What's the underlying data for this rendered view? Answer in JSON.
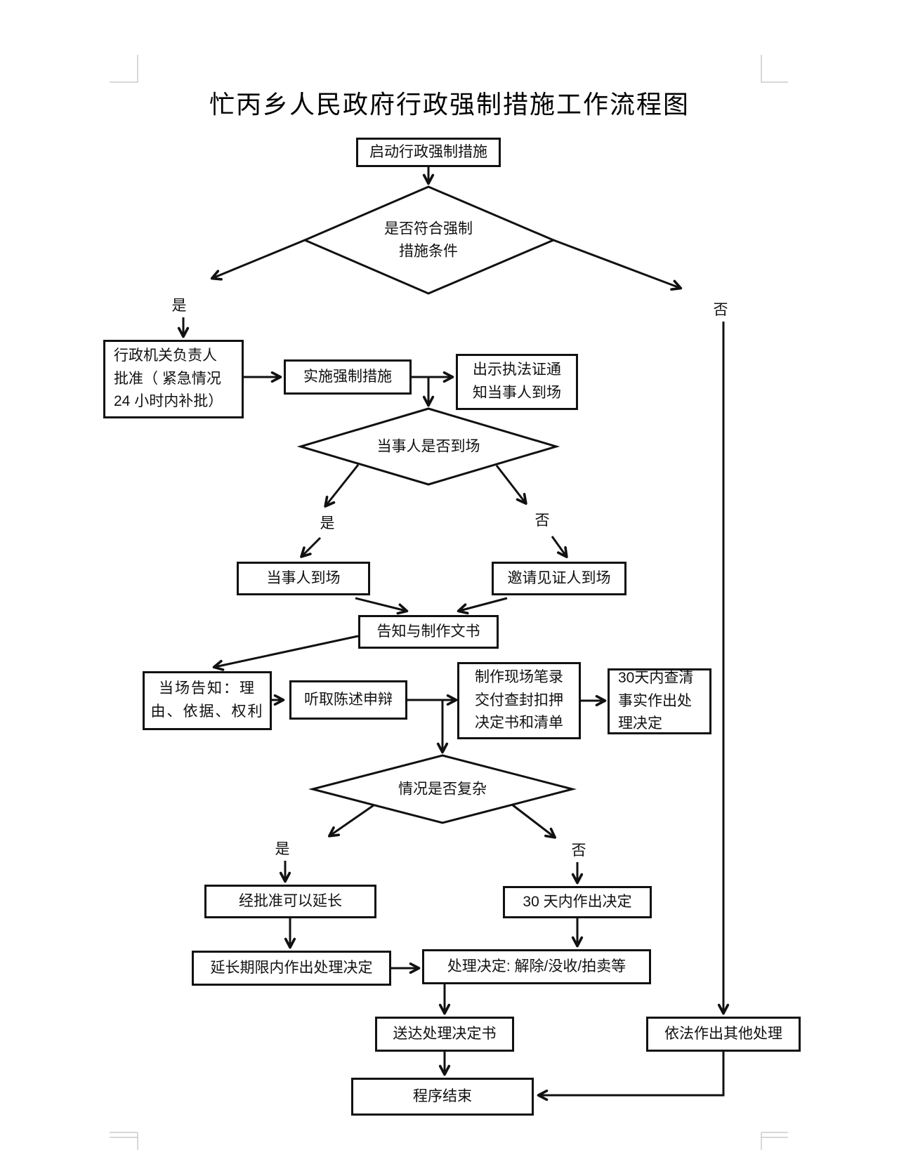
{
  "title": "忙丙乡人民政府行政强制措施工作流程图",
  "nodes": {
    "start": {
      "label": "启动行政强制措施"
    },
    "check_conditions": {
      "label": "是否符合强制\n措施条件"
    },
    "approve": {
      "label": "行政机关负责人\n批准（ 紧急情况\n24 小时内补批）"
    },
    "implement": {
      "label": "实施强制措施"
    },
    "show_cert": {
      "label": "出示执法证通\n知当事人到场"
    },
    "check_present": {
      "label": "当事人是否到场"
    },
    "party_present": {
      "label": "当事人到场"
    },
    "invite_witness": {
      "label": "邀请见证人到场"
    },
    "notify_docs": {
      "label": "告知与制作文书"
    },
    "onspot_inform": {
      "label": "当场告知：理\n由、依据、权利"
    },
    "listen_defense": {
      "label": "听取陈述申辩"
    },
    "make_record": {
      "label": "制作现场笔录\n交付查封扣押\n决定书和清单"
    },
    "investigate_30": {
      "label": "30天内查清\n事实作出处\n理决定"
    },
    "check_complex": {
      "label": "情况是否复杂"
    },
    "extend_approved": {
      "label": "经批准可以延长"
    },
    "decide_30": {
      "label": "30 天内作出决定"
    },
    "extend_decide": {
      "label": "延长期限内作出处理决定"
    },
    "handle_decision": {
      "label": "处理决定: 解除/没收/拍卖等"
    },
    "deliver_decision": {
      "label": "送达处理决定书"
    },
    "other_handling": {
      "label": "依法作出其他处理"
    },
    "end": {
      "label": "程序结束"
    }
  },
  "edge_labels": {
    "yes": "是",
    "no": "否"
  },
  "colors": {
    "ink": "#111111",
    "page": "#ffffff",
    "boundary_mark": "#cccccc"
  }
}
